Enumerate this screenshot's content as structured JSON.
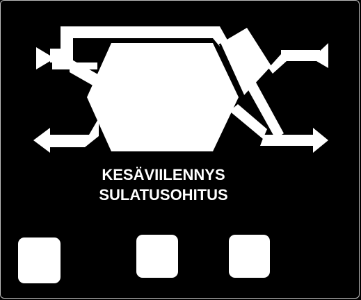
{
  "status": {
    "line1": "KESÄVIILENNYS",
    "line2": "SULATUSOHITUS"
  },
  "buttons": [
    {
      "name": "left-button"
    },
    {
      "name": "middle-button"
    },
    {
      "name": "right-button"
    }
  ],
  "colors": {
    "background": "#000000",
    "foreground": "#ffffff",
    "border": "#bdbdbd"
  },
  "icons": {
    "heat_exchanger": "heat-exchanger-icon",
    "bypass_damper": "bypass-damper-icon",
    "airflow_arrows": [
      "outdoor-air-intake-icon",
      "supply-air-arrow-icon",
      "extract-air-intake-icon",
      "exhaust-air-arrow-icon"
    ]
  }
}
